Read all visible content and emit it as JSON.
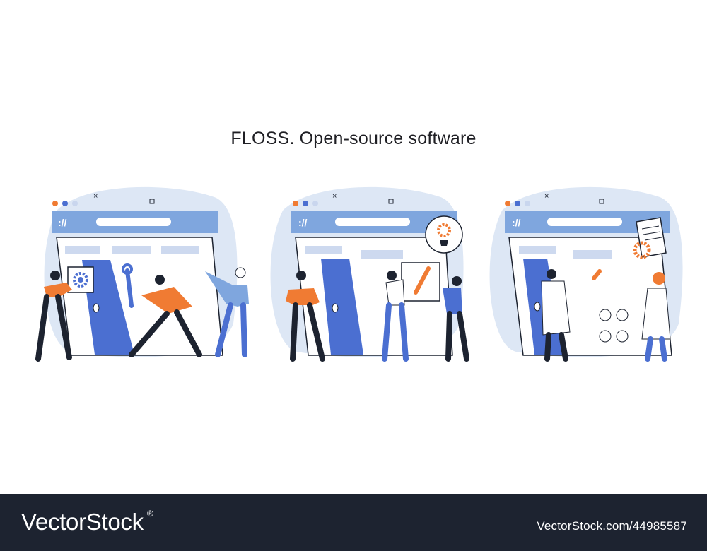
{
  "title": "FLOSS. Open-source software",
  "footer": {
    "brand": "VectorStock",
    "registered_mark": "®",
    "image_id": "VectorStock.com/44985587"
  },
  "scenes": [
    {
      "browser_code_label": "://",
      "icon": "gear-icon"
    },
    {
      "browser_code_label": "://",
      "icon": "lightbulb-gear-icon"
    },
    {
      "browser_code_label": "://",
      "icon": "document-gear-icon"
    }
  ],
  "colors": {
    "blob": "#dde7f5",
    "browser_bar": "#7fa6de",
    "door": "#4b6fd1",
    "orange": "#f07b33",
    "dark": "#1d2330",
    "footer_bg": "#1d2330"
  }
}
